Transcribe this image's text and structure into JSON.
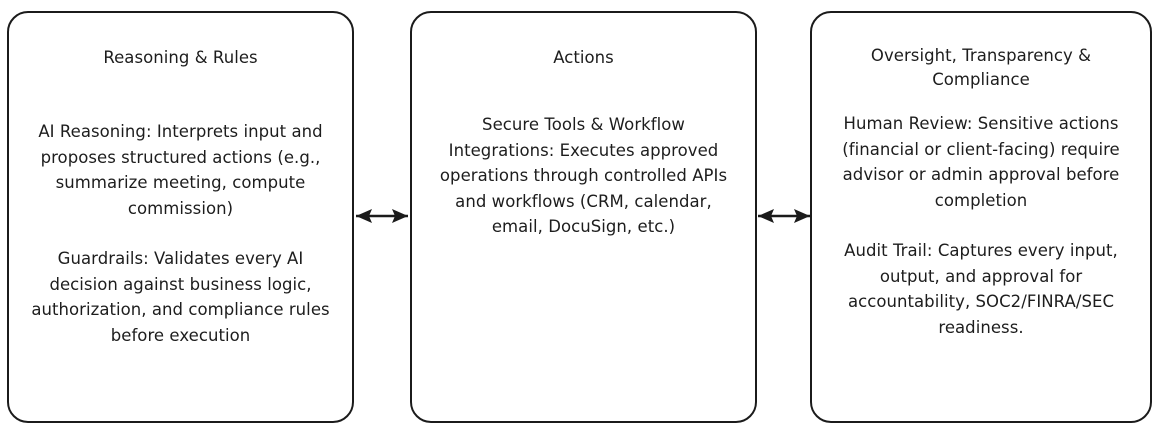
{
  "diagram": {
    "type": "flow-diagram",
    "orientation": "horizontal",
    "background_color": "#ffffff",
    "stroke_color": "#1b1b1b",
    "text_color": "#1d1d1d",
    "nodes": [
      {
        "id": "reasoning-rules",
        "title": "Reasoning & Rules",
        "paragraphs": [
          "AI Reasoning: Interprets input and proposes structured actions (e.g., summarize meeting, compute commission)",
          "Guardrails: Validates every AI decision against business logic, authorization, and compliance rules before execution"
        ]
      },
      {
        "id": "actions",
        "title": "Actions",
        "paragraphs": [
          "Secure Tools & Workflow Integrations: Executes approved operations through controlled APIs and workflows (CRM, calendar, email, DocuSign, etc.)"
        ]
      },
      {
        "id": "oversight-transparency-compliance",
        "title": "Oversight, Transparency & Compliance",
        "paragraphs": [
          "Human Review: Sensitive actions (financial or client-facing) require advisor or admin approval before completion",
          "Audit Trail: Captures every input, output, and approval for accountability, SOC2/FINRA/SEC readiness."
        ]
      }
    ],
    "connectors": [
      {
        "id": "reasoning-actions",
        "from": "reasoning-rules",
        "to": "actions",
        "style": "double-headed-arrow",
        "icon": "double-arrow-icon"
      },
      {
        "id": "actions-oversight",
        "from": "actions",
        "to": "oversight-transparency-compliance",
        "style": "double-headed-arrow",
        "icon": "double-arrow-icon"
      }
    ]
  }
}
